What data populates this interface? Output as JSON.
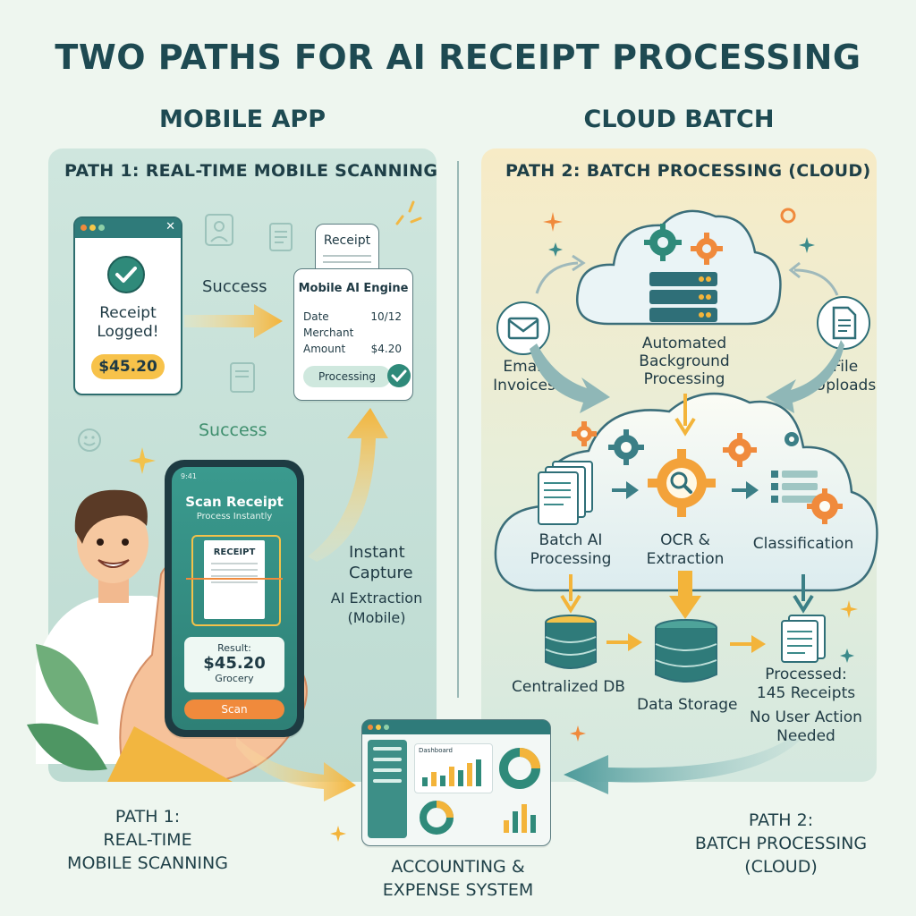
{
  "title": "TWO PATHS FOR AI RECEIPT PROCESSING",
  "mobile": {
    "column_heading": "MOBILE APP",
    "panel_title": "PATH 1: REAL-TIME MOBILE SCANNING",
    "logged_card": {
      "line1": "Receipt",
      "line2": "Logged!",
      "amount": "$45.20"
    },
    "success_label_1": "Success",
    "success_label_2": "Success",
    "receipt_slip": "Receipt",
    "engine_card": {
      "title": "Mobile AI Engine",
      "date_label": "Date",
      "date_value": "10/12",
      "merchant_label": "Merchant",
      "amount_label": "Amount",
      "amount_value": "$4.20",
      "status": "Processing"
    },
    "phone": {
      "time": "9:41",
      "heading": "Scan Receipt",
      "subheading": "Process Instantly",
      "receipt_text": "RECEIPT",
      "result_label": "Result:",
      "result_amount": "$45.20",
      "result_category": "Grocery",
      "scan_button": "Scan"
    },
    "capture_label": {
      "line1": "Instant",
      "line2": "Capture",
      "line3": "AI Extraction",
      "line4": "(Mobile)"
    },
    "footer": {
      "line1": "PATH 1:",
      "line2": "REAL-TIME",
      "line3": "MOBILE SCANNING"
    }
  },
  "cloud": {
    "column_heading": "CLOUD BATCH",
    "panel_title": "PATH 2: BATCH PROCESSING (CLOUD)",
    "automated": {
      "line1": "Automated",
      "line2": "Background",
      "line3": "Processing"
    },
    "email": {
      "line1": "Email",
      "line2": "Invoices"
    },
    "file": {
      "line1": "File",
      "line2": "Uploads"
    },
    "batch_ai": {
      "line1": "Batch AI",
      "line2": "Processing"
    },
    "ocr": {
      "line1": "OCR &",
      "line2": "Extraction"
    },
    "classification": "Classification",
    "centralized_db": "Centralized DB",
    "data_storage": "Data Storage",
    "processed": {
      "line1": "Processed:",
      "line2": "145 Receipts"
    },
    "no_action": {
      "line1": "No User Action",
      "line2": "Needed"
    },
    "footer": {
      "line1": "PATH 2:",
      "line2": "BATCH PROCESSING",
      "line3": "(CLOUD)"
    }
  },
  "system": {
    "dashboard_label": "Dashboard",
    "label_line1": "ACCOUNTING &",
    "label_line2": "EXPENSE SYSTEM"
  },
  "colors": {
    "teal": "#2d7c7c",
    "orange": "#f08a3c",
    "yellow": "#f6c84a",
    "navy": "#1e4a52"
  }
}
